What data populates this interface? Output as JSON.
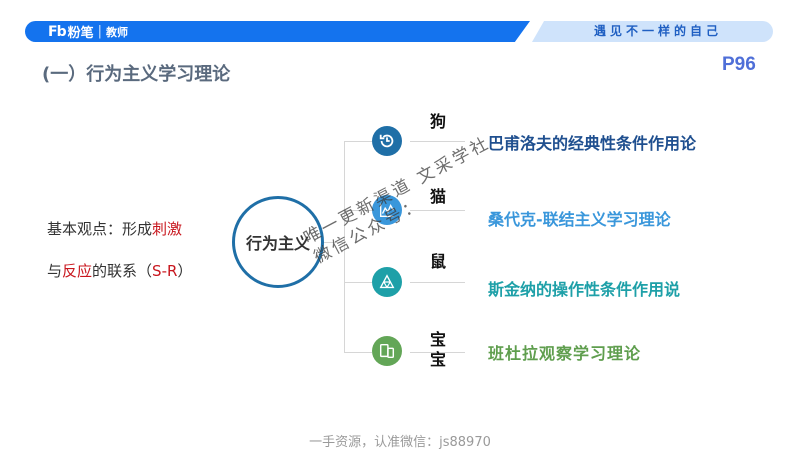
{
  "header": {
    "logo_mark": "Fb",
    "logo_brand": "粉笔",
    "logo_sub": "教师",
    "slogan": "遇见不一样的自己",
    "colors": {
      "banner_blue": "#1473ee",
      "banner_light": "#cfe3fb"
    }
  },
  "slide": {
    "title": "(一）行为主义学习理论",
    "page_number": "P96",
    "basic_view": {
      "line1_prefix": "基本观点：形成",
      "line1_highlight": "刺激",
      "line2_prefix": "与",
      "line2_highlight": "反应",
      "line2_mid": "的联系（",
      "line2_sr": "S-R",
      "line2_suffix": "）"
    },
    "center_label": "行为主义",
    "branches": [
      {
        "animal": "狗",
        "theory": "巴甫洛夫的经典性条件作用论",
        "icon": "history-clock-icon",
        "color": "#1f6fa7",
        "text_color": "#1f4f8f"
      },
      {
        "animal": "猫",
        "theory": "桑代克-联结主义学习理论",
        "icon": "line-chart-icon",
        "color": "#3a97db",
        "text_color": "#3a97db"
      },
      {
        "animal": "鼠",
        "theory": "斯金纳的操作性条件作用说",
        "icon": "triangle-pyramid-icon",
        "color": "#1ea0a8",
        "text_color": "#1ea0a8"
      },
      {
        "animal": "宝宝",
        "theory": "班杜拉观察学习理论",
        "icon": "devices-icon",
        "color": "#63a657",
        "text_color": "#5f9e4e"
      }
    ]
  },
  "watermark": {
    "line1": "唯一更新渠道   文采学社",
    "line2": "微信公众号："
  },
  "footer": {
    "text": "一手资源，认准微信：js88970"
  }
}
